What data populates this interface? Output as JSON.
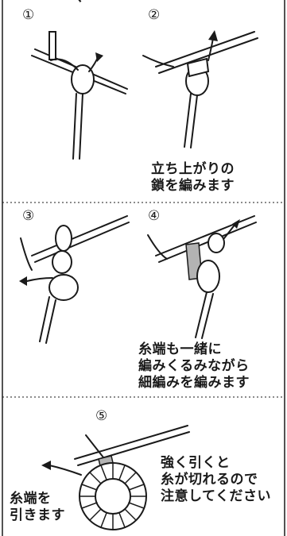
{
  "steps": [
    {
      "num": "①"
    },
    {
      "num": "②",
      "caption": "立ち上がりの\n鎖を編みます"
    },
    {
      "num": "③"
    },
    {
      "num": "④",
      "caption": "糸端も一緒に\n編みくるみながら\n細編みを編みます"
    },
    {
      "num": "⑤",
      "caption": "強く引くと\n糸が切れるので\n注意してください",
      "tail_label": "糸端を\n引きます"
    }
  ],
  "title_partial": "ヽ",
  "colors": {
    "line": "#1a1a1a",
    "highlight": "#b3b3b3",
    "background": "#ffffff"
  }
}
